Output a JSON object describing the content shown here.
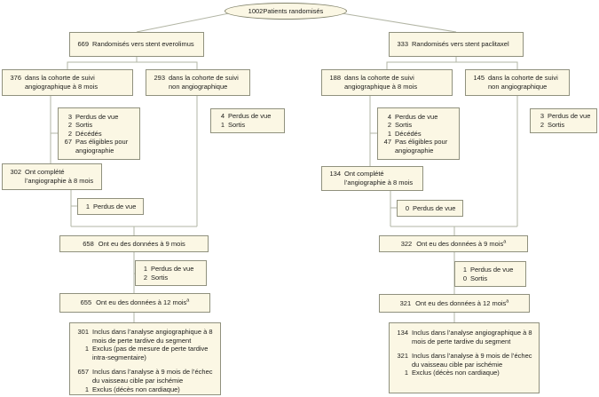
{
  "colors": {
    "box_fill": "#fbf7e4",
    "box_border": "#90917e",
    "wire": "#b2b5a4",
    "text": "#1d1d1b"
  },
  "root": {
    "num": "1002",
    "text": "Patients randomisés"
  },
  "left": {
    "arm": {
      "num": "669",
      "text": "Randomisés vers stent everolimus"
    },
    "angio_cohort": {
      "num": "376",
      "text": "dans la cohorte de suivi angiographique à 8 mois"
    },
    "non_angio_cohort": {
      "num": "293",
      "text": "dans la cohorte de suivi non angiographique"
    },
    "angio_dropouts": {
      "rows": [
        {
          "num": "3",
          "text": "Perdus de vue"
        },
        {
          "num": "2",
          "text": "Sortis"
        },
        {
          "num": "2",
          "text": "Décédés"
        },
        {
          "num": "67",
          "text": "Pas éligibles pour angiographie"
        }
      ]
    },
    "non_angio_dropouts": {
      "rows": [
        {
          "num": "4",
          "text": "Perdus de vue"
        },
        {
          "num": "1",
          "text": "Sortis"
        }
      ]
    },
    "angio_completed": {
      "num": "302",
      "text": "Ont complété l’angiographie à 8 mois"
    },
    "post_angio_dropout": {
      "num": "1",
      "text": "Perdus de vue"
    },
    "data_9m": {
      "num": "658",
      "text": "Ont eu des données à 9 mois",
      "sup": ""
    },
    "dropouts_9_12": {
      "rows": [
        {
          "num": "1",
          "text": "Perdus de vue"
        },
        {
          "num": "2",
          "text": "Sortis"
        }
      ]
    },
    "data_12m": {
      "num": "655",
      "text": "Ont eu des données à 12 mois",
      "sup": "a"
    },
    "analysis": {
      "rows": [
        {
          "num": "301",
          "text": "Inclus dans l’analyse angiographique à 8 mois de perte tardive du segment"
        },
        {
          "num": "1",
          "text": "Exclus (pas de mesure de perte tardive intra-segmentaire)"
        },
        {
          "num": "657",
          "text": "Inclus dans l’analyse à 9 mois de l’échec du vaisseau cible par ischémie"
        },
        {
          "num": "1",
          "text": "Exclus (décès non cardiaque)"
        }
      ]
    }
  },
  "right": {
    "arm": {
      "num": "333",
      "text": "Randomisés vers stent paclitaxel"
    },
    "angio_cohort": {
      "num": "188",
      "text": "dans la cohorte de suivi angiographique à 8 mois"
    },
    "non_angio_cohort": {
      "num": "145",
      "text": "dans la cohorte de suivi non angiographique"
    },
    "angio_dropouts": {
      "rows": [
        {
          "num": "4",
          "text": "Perdus de vue"
        },
        {
          "num": "2",
          "text": "Sortis"
        },
        {
          "num": "1",
          "text": "Décédés"
        },
        {
          "num": "47",
          "text": "Pas éligibles pour angiographie"
        }
      ]
    },
    "non_angio_dropouts": {
      "rows": [
        {
          "num": "3",
          "text": "Perdus de vue"
        },
        {
          "num": "2",
          "text": "Sortis"
        }
      ]
    },
    "angio_completed": {
      "num": "134",
      "text": "Ont complété l’angiographie à 8 mois"
    },
    "post_angio_dropout": {
      "num": "0",
      "text": "Perdus de vue"
    },
    "data_9m": {
      "num": "322",
      "text": "Ont eu des données à 9 mois",
      "sup": "a"
    },
    "dropouts_9_12": {
      "rows": [
        {
          "num": "1",
          "text": "Perdus de vue"
        },
        {
          "num": "0",
          "text": "Sortis"
        }
      ]
    },
    "data_12m": {
      "num": "321",
      "text": "Ont eu des données à 12 mois",
      "sup": "a"
    },
    "analysis": {
      "rows": [
        {
          "num": "134",
          "text": "Inclus dans l’analyse angiographique à 8 mois de perte tardive du segment"
        },
        {
          "num": "321",
          "text": "Inclus dans l’analyse à 9 mois de l’échec du vaisseau cible par ischémie"
        },
        {
          "num": "1",
          "text": "Exclus (décès non cardiaque)"
        }
      ]
    }
  }
}
